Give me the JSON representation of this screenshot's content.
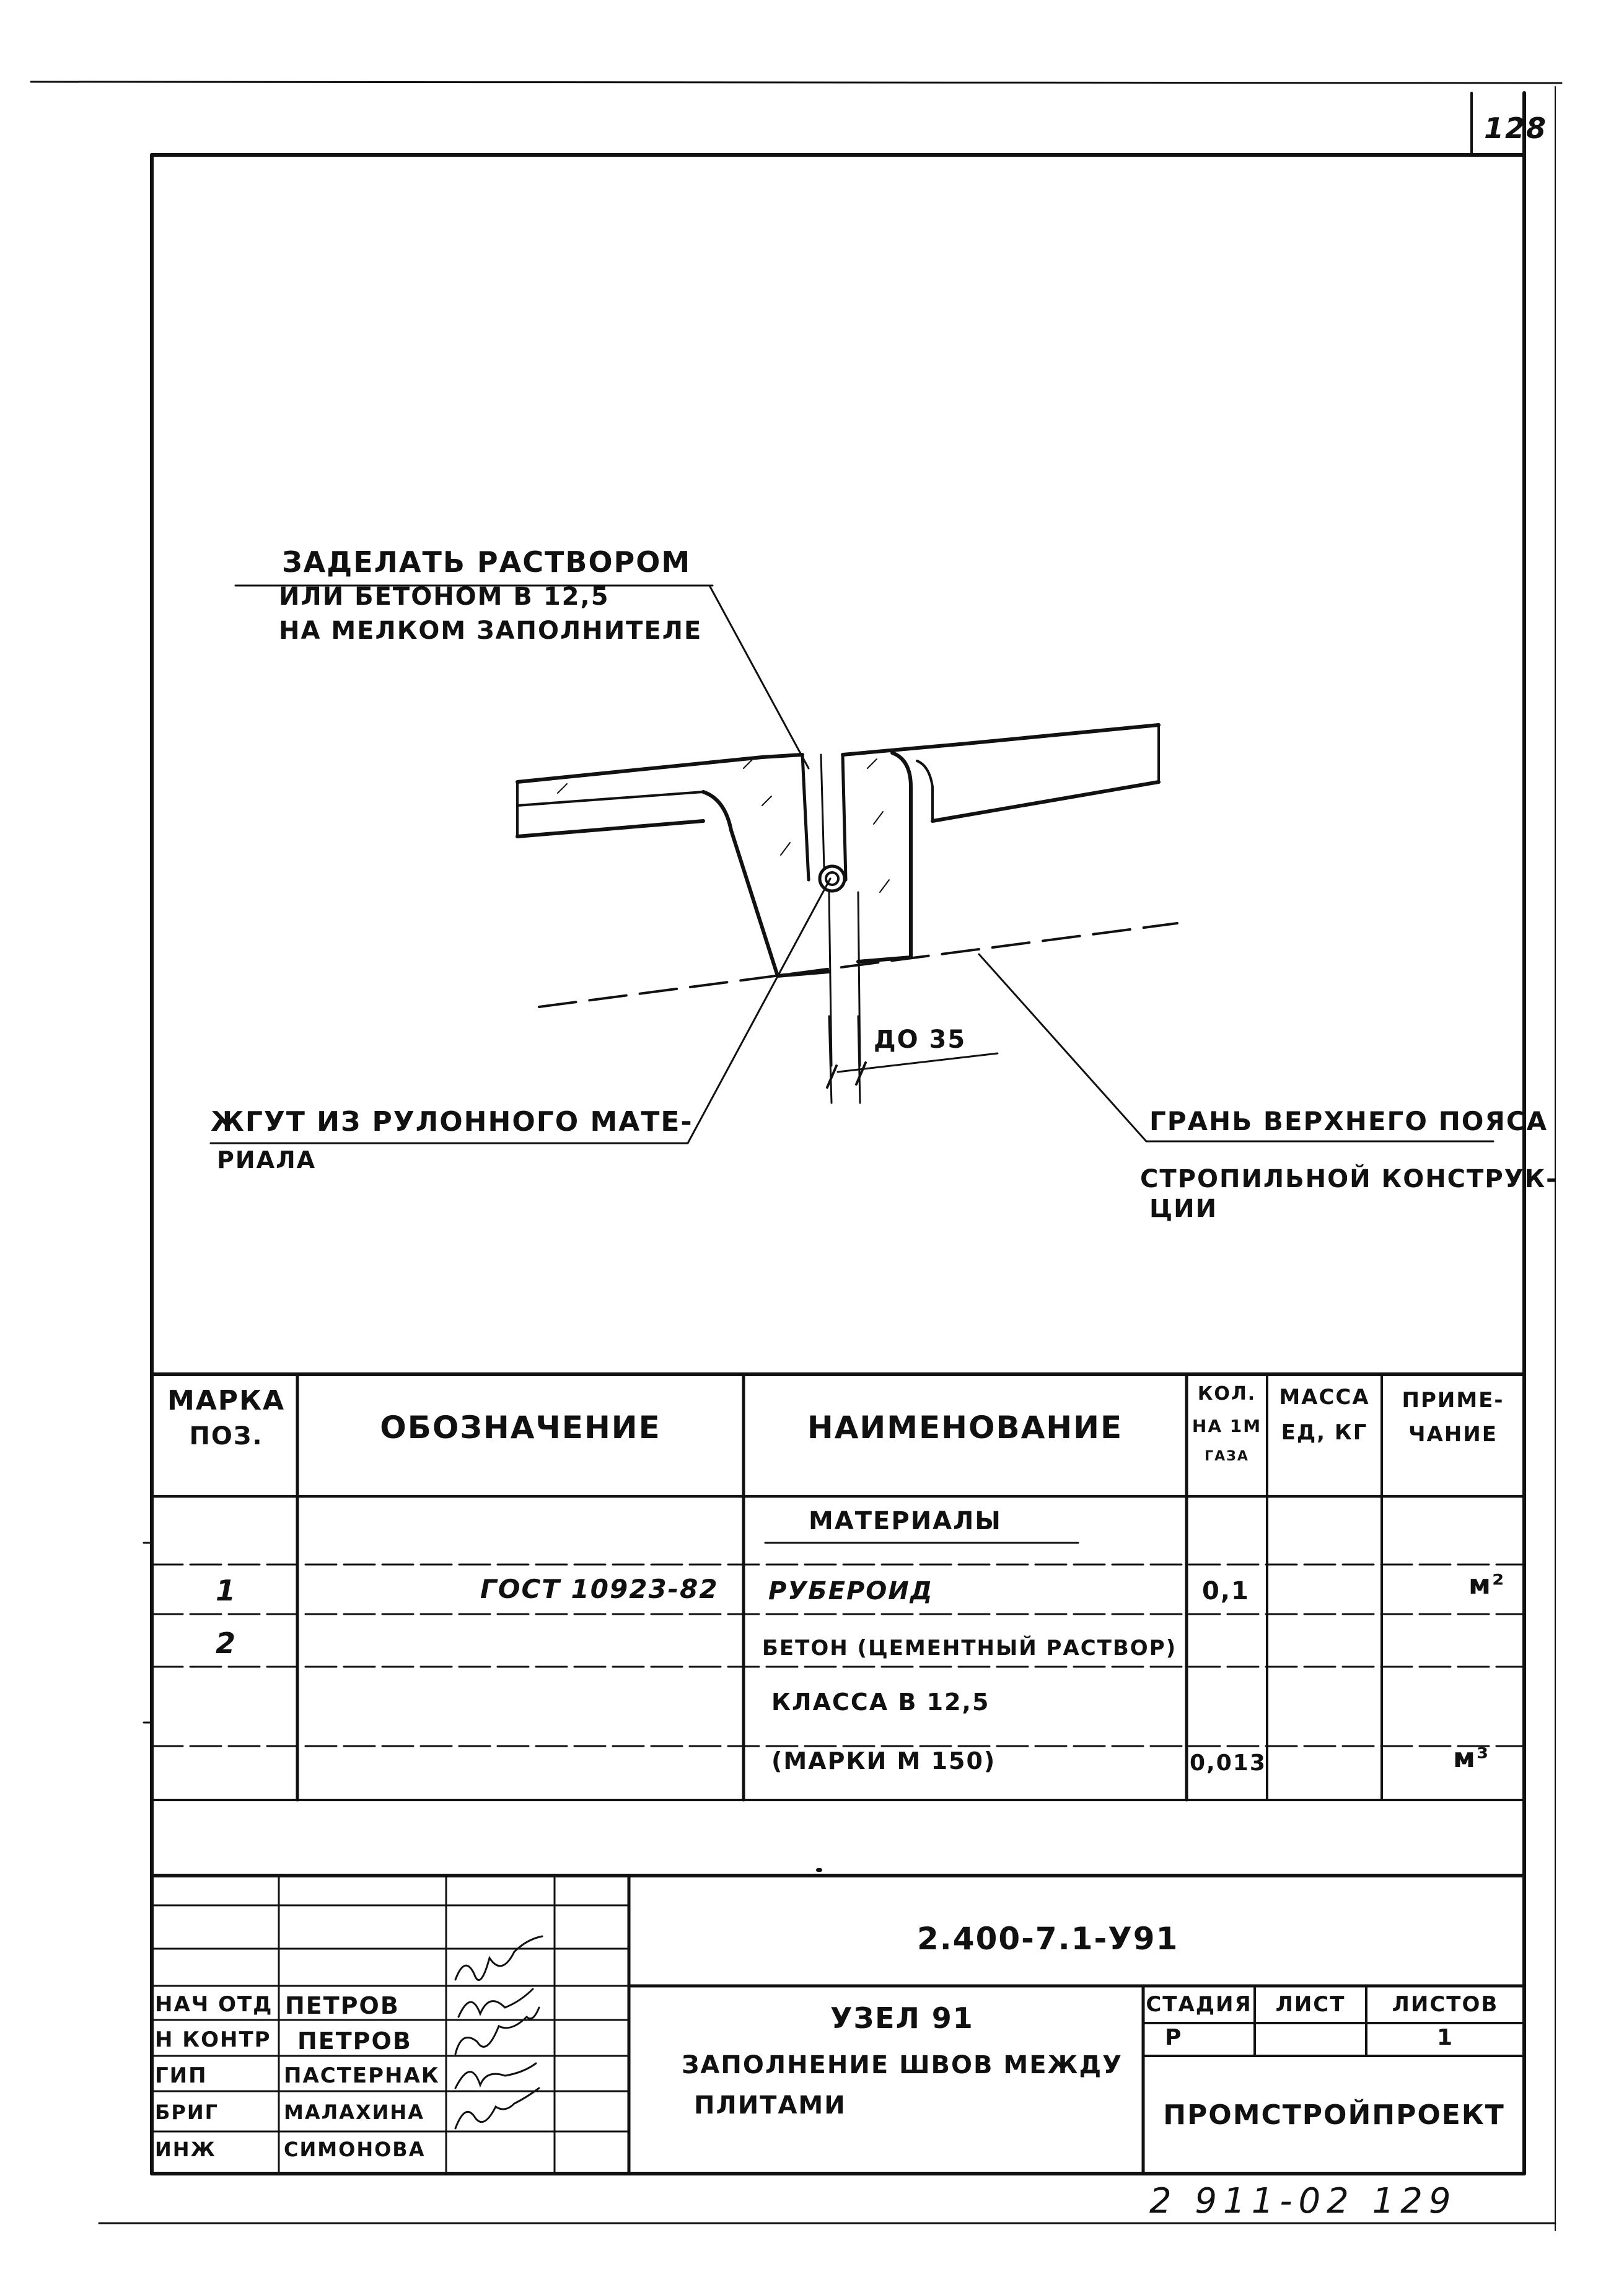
{
  "sheet": {
    "page_number": "128",
    "bottom_code": "2 911-02 129"
  },
  "drawing": {
    "note_fill_line1": "ЗАДЕЛАТЬ РАСТВОРОМ",
    "note_fill_line2": "ИЛИ БЕТОНОМ В 12,5",
    "note_fill_line3": "НА МЕЛКОМ ЗАПОЛНИТЕЛЕ",
    "gap_label": "ДО 35",
    "note_tow_line1": "ЖГУТ ИЗ РУЛОННОГО МАТЕ-",
    "note_tow_line2": "РИАЛА",
    "note_chord_line1": "ГРАНЬ ВЕРХНЕГО ПОЯСА",
    "note_chord_line2": "СТРОПИЛЬНОЙ КОНСТРУК-",
    "note_chord_line3": "ЦИИ"
  },
  "spec_table": {
    "headers": {
      "mark_line1": "МАРКА",
      "mark_line2": "ПОЗ.",
      "designation": "ОБОЗНАЧЕНИЕ",
      "name": "НАИМЕНОВАНИЕ",
      "qty_line1": "КОЛ.",
      "qty_line2": "НА 1М",
      "qty_line3": "ГАЗА",
      "mass_line1": "МАССА",
      "mass_line2": "ЕД, КГ",
      "note_line1": "ПРИМЕ-",
      "note_line2": "ЧАНИЕ"
    },
    "section_title": "МАТЕРИАЛЫ",
    "rows": [
      {
        "mark": "1",
        "designation": "ГОСТ 10923-82",
        "name": "РУБЕРОИД",
        "qty": "0,1",
        "unit": "м²"
      },
      {
        "mark": "2",
        "designation": "",
        "name": "БЕТОН (ЦЕМЕНТНЫЙ РАСТВОР)",
        "qty": "",
        "unit": ""
      },
      {
        "mark": "",
        "designation": "",
        "name": "КЛАССА В 12,5",
        "qty": "",
        "unit": ""
      },
      {
        "mark": "",
        "designation": "",
        "name": "(МАРКИ М 150)",
        "qty": "0,013",
        "unit": "м³"
      }
    ]
  },
  "title_block": {
    "doc_code": "2.400-7.1-У91",
    "title_line1": "УЗЕЛ 91",
    "title_line2": "ЗАПОЛНЕНИЕ ШВОВ МЕЖДУ",
    "title_line3": "ПЛИТАМИ",
    "stage_label": "СТАДИЯ",
    "sheet_label": "ЛИСТ",
    "sheets_label": "ЛИСТОВ",
    "stage_value": "Р",
    "sheet_value": "",
    "sheets_value": "1",
    "organization": "ПРОМСТРОЙПРОЕКТ",
    "people": [
      {
        "role": "НАЧ ОТД",
        "name": "ПЕТРОВ"
      },
      {
        "role": "Н КОНТР",
        "name": "ПЕТРОВ"
      },
      {
        "role": "ГИП",
        "name": "ПАСТЕРНАК"
      },
      {
        "role": "БРИГ",
        "name": "МАЛАХИНА"
      },
      {
        "role": "ИНЖ",
        "name": "СИМОНОВА"
      }
    ]
  }
}
